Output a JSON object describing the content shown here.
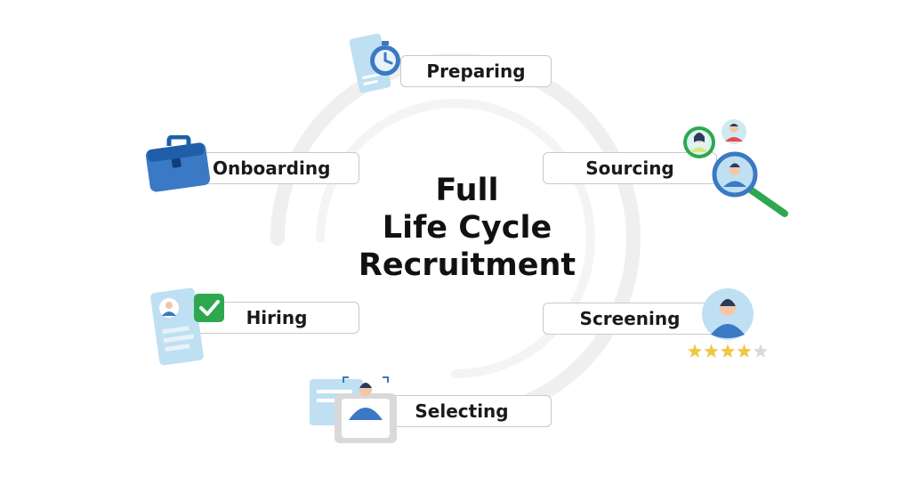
{
  "title": {
    "line1": "Full",
    "line2": "Life Cycle",
    "line3": "Recruitment"
  },
  "stages": [
    {
      "label": "Preparing"
    },
    {
      "label": "Sourcing"
    },
    {
      "label": "Screening"
    },
    {
      "label": "Selecting"
    },
    {
      "label": "Hiring"
    },
    {
      "label": "Onboarding"
    }
  ],
  "screening_rating": {
    "filled": 4,
    "total": 5
  },
  "colors": {
    "ring": "#efefef",
    "blue": "#3b79c4",
    "light_blue": "#bfe0f2",
    "green": "#2ea84f",
    "star": "#f2c744",
    "star_empty": "#d9d9d9",
    "box_border": "#c9c9c9"
  },
  "icons": [
    "stopwatch-document-icon",
    "candidate-search-icon",
    "candidate-rating-icon",
    "candidate-frame-icon",
    "resume-check-icon",
    "briefcase-icon"
  ]
}
